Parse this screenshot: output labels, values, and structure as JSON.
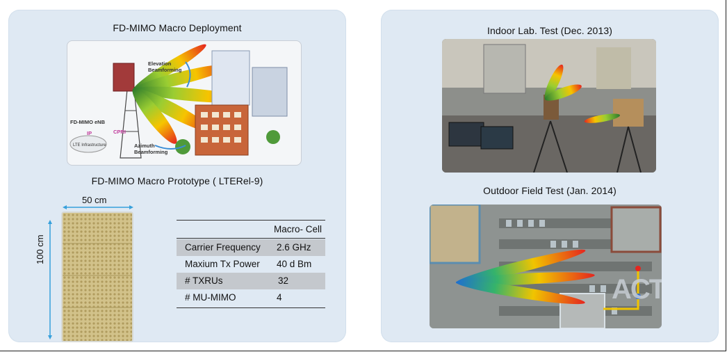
{
  "left": {
    "deployment_title": "FD-MIMO Macro Deployment",
    "diagram_labels": {
      "elevation": "Elevation Beamforming",
      "azimuth": "Azimuth Beamforming",
      "enb": "FD-MIMO eNB",
      "ip": "IP",
      "cpri": "CPRI",
      "lte": "LTE Infrastructure"
    },
    "prototype_title": "FD-MIMO Macro Prototype ( LTERel-9)",
    "width_label": "50 cm",
    "height_label": "100 cm",
    "table": {
      "header": "Macro- Cell",
      "rows": [
        {
          "name": "Carrier Frequency",
          "value": "2.6  GHz"
        },
        {
          "name": "Maxium Tx Power",
          "value": "40 d Bm"
        },
        {
          "name": "# TXRUs",
          "value": "32"
        },
        {
          "name": "# MU-MIMO",
          "value": "4"
        }
      ]
    }
  },
  "right": {
    "lab_title": "Indoor  Lab. Test (Dec. 2013)",
    "field_title": "Outdoor  Field Test (Jan. 2014)",
    "watermark": "ACT"
  }
}
